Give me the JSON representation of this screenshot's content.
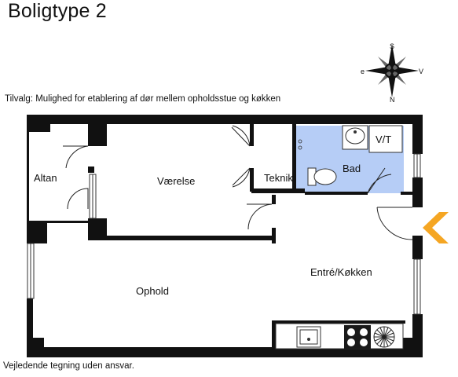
{
  "title": "Boligtype 2",
  "note_top": "Tilvalg: Mulighed for etablering af dør mellem opholdsstue og køkken",
  "note_bottom": "Vejledende tegning uden ansvar.",
  "compass": {
    "north": "N",
    "south": "S",
    "east": "e",
    "west": "V"
  },
  "rooms": {
    "altan": "Altan",
    "vaerelse": "Værelse",
    "teknik": "Teknik",
    "bad": "Bad",
    "vt": "V/T",
    "entre_kokken": "Entré/Køkken",
    "ophold": "Ophold"
  },
  "colors": {
    "bathroom": "#b6cdf6",
    "entry_arrow": "#f5a623",
    "wall": "#111111"
  },
  "icons": [
    "compass-rose-icon",
    "entry-arrow-icon",
    "toilet-icon",
    "sink-icon",
    "stove-icon",
    "fan-icon"
  ]
}
